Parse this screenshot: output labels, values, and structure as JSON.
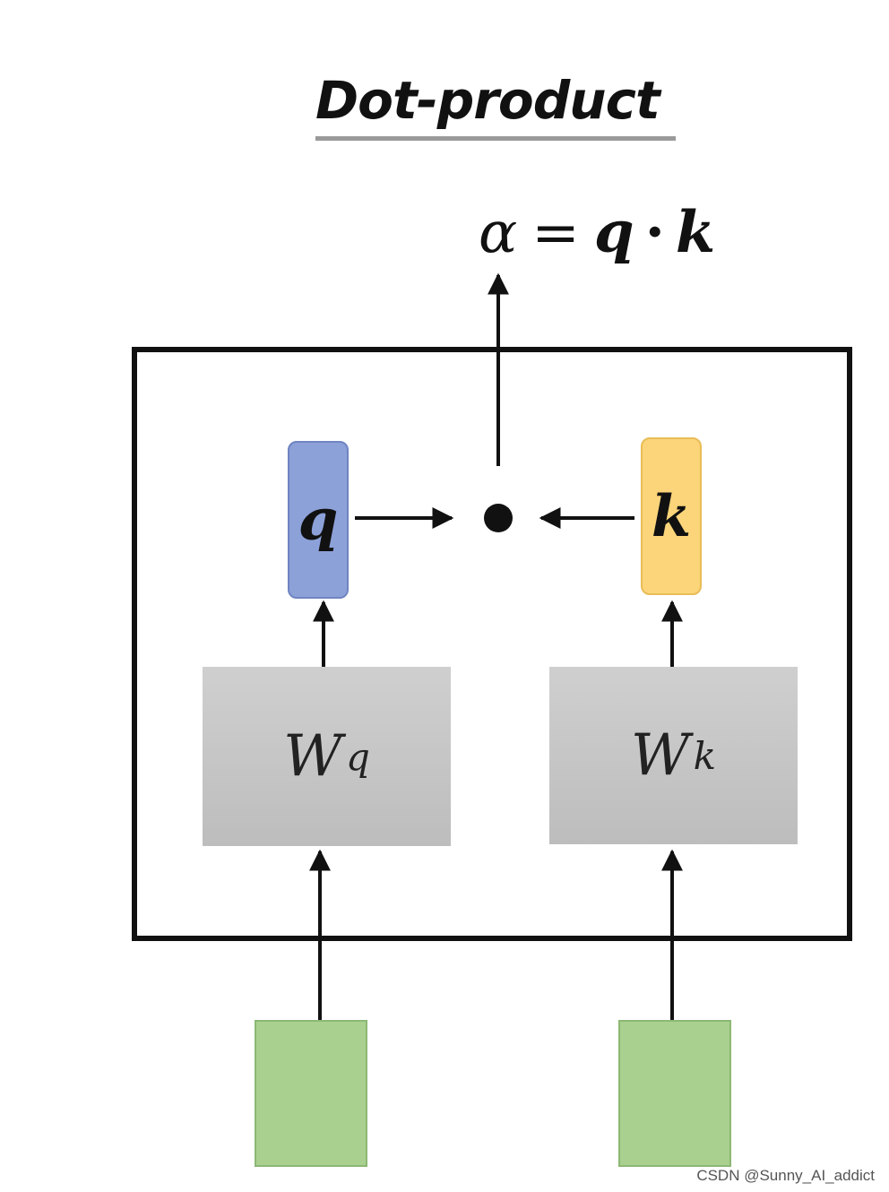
{
  "title": "Dot-product",
  "formula": {
    "alpha": "α",
    "equals": "=",
    "q": "q",
    "dot": "·",
    "k": "k"
  },
  "vectors": {
    "q_label": "q",
    "k_label": "k"
  },
  "weights": {
    "q_base": "W",
    "q_sup": "q",
    "k_base": "W",
    "k_sup": "k"
  },
  "watermark": "CSDN @Sunny_AI_addict",
  "colors": {
    "query_vector": "#8da1d9",
    "key_vector": "#fcd57a",
    "weight_box": "#c6c6c6",
    "input_box": "#a9d08e"
  }
}
